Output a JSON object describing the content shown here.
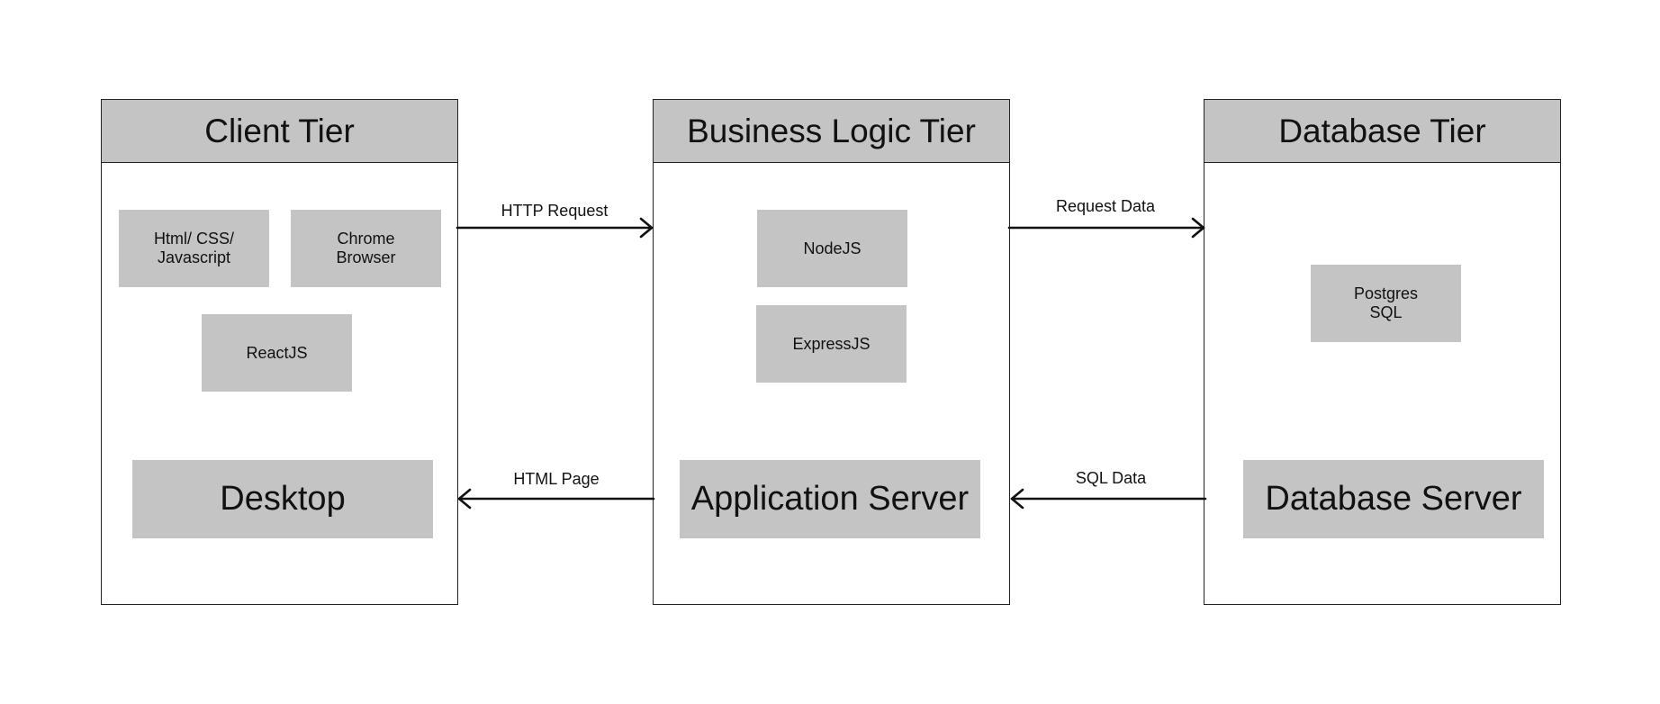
{
  "tiers": {
    "client": {
      "title": "Client Tier",
      "items": [
        "Html/ CSS/\nJavascript",
        "Chrome\nBrowser",
        "ReactJS"
      ],
      "server": "Desktop"
    },
    "business": {
      "title": "Business Logic Tier",
      "items": [
        "NodeJS",
        "ExpressJS"
      ],
      "server": "Application Server"
    },
    "database": {
      "title": "Database Tier",
      "items": [
        "Postgres\nSQL"
      ],
      "server": "Database Server"
    }
  },
  "arrows": {
    "http_request": "HTTP Request",
    "request_data": "Request Data",
    "html_page": "HTML Page",
    "sql_data": "SQL Data"
  },
  "colors": {
    "box_fill": "#c4c4c4",
    "line": "#111111"
  }
}
